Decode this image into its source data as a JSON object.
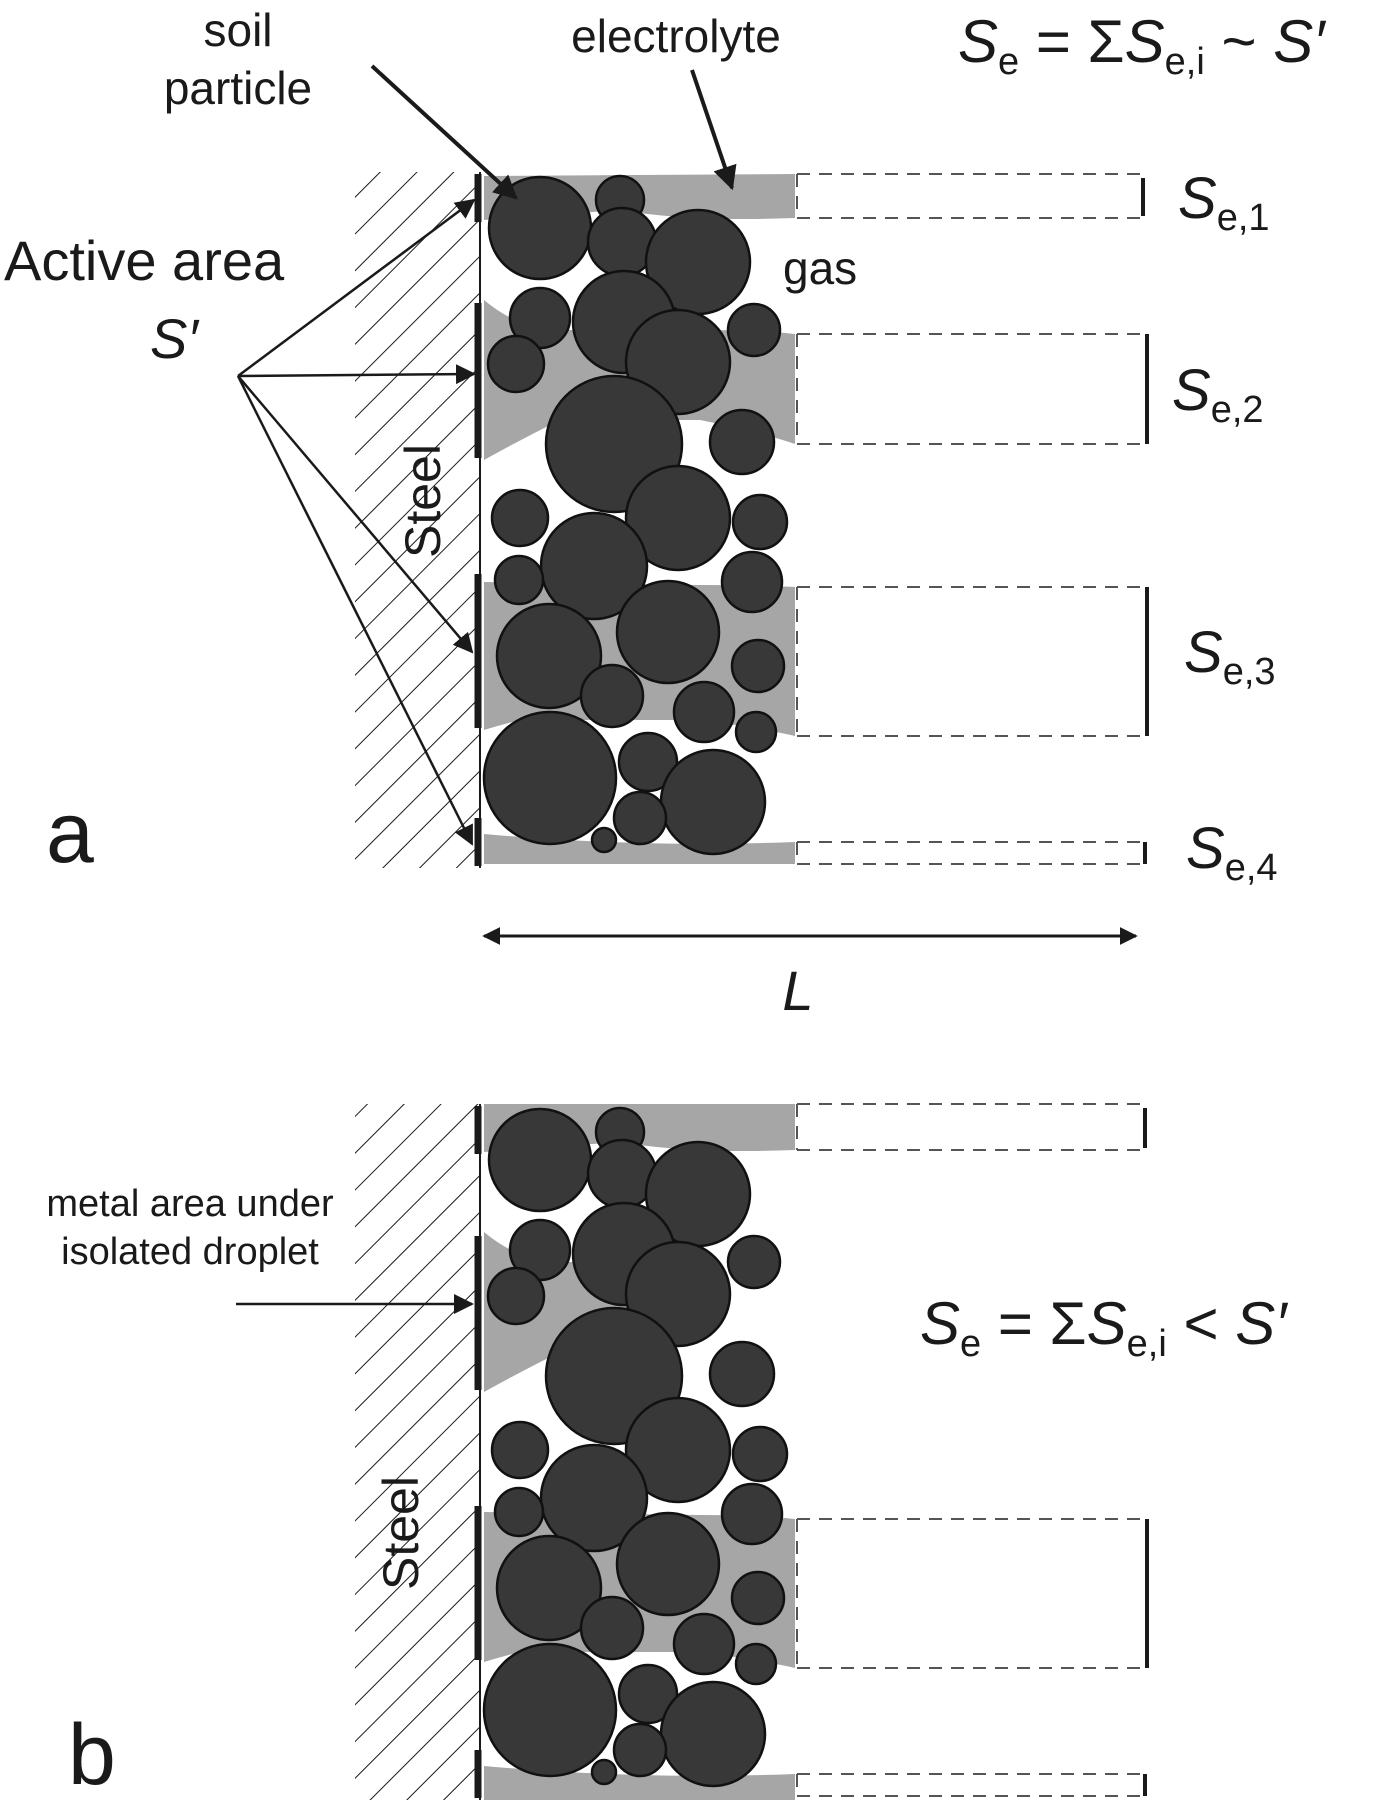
{
  "colors": {
    "particle_fill": "#383838",
    "particle_stroke": "#111111",
    "electrolyte": "#a6a6a6",
    "line": "#1a1a1a"
  },
  "labels": {
    "soil": "soil",
    "particle": "particle",
    "electrolyte": "electrolyte",
    "gas": "gas",
    "active_area": "Active area",
    "active_area_symbol": "S′",
    "steel": "Steel",
    "panel_a": "a",
    "panel_b": "b",
    "length": "L",
    "metal_area_line1": "metal area under",
    "metal_area_line2": "isolated droplet"
  },
  "formula_a": {
    "lhs": "S",
    "lhs_sub": "e",
    "eq": " = Σ",
    "sum": "S",
    "sum_sub": "e,i",
    "rel": " ~ ",
    "rhs": "S′"
  },
  "formula_b": {
    "lhs": "S",
    "lhs_sub": "e",
    "eq": " = Σ",
    "sum": "S",
    "sum_sub": "e,i",
    "rel": " < ",
    "rhs": "S′"
  },
  "band_labels": [
    {
      "symbol": "S",
      "sub": "e,1"
    },
    {
      "symbol": "S",
      "sub": "e,2"
    },
    {
      "symbol": "S",
      "sub": "e,3"
    },
    {
      "symbol": "S",
      "sub": "e,4"
    }
  ]
}
